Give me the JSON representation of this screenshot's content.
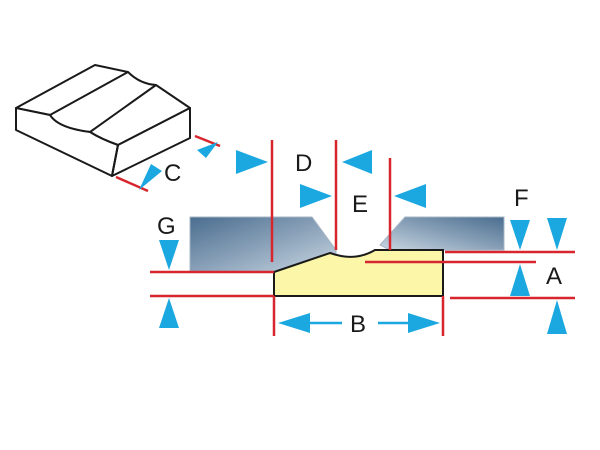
{
  "diagram": {
    "labels": {
      "a": "A",
      "b": "B",
      "c": "C",
      "d": "D",
      "e": "E",
      "f": "F",
      "g": "G"
    },
    "colors": {
      "dimension_line": "#d7262e",
      "arrow": "#1ba8e0",
      "part_fill": "#fbf6a8",
      "plate_fill_dark": "#4a6d8f",
      "plate_fill_light": "#c9d7e3",
      "outline": "#1a1a1a"
    }
  }
}
